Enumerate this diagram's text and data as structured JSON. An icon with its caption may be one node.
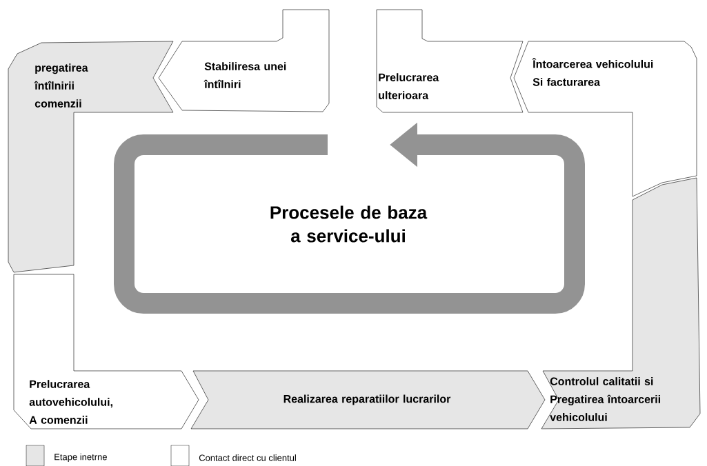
{
  "diagram": {
    "nodes": [
      {
        "text": [
          "pregatirea întîlnirii comenzii"
        ]
      },
      {
        "text": [
          "Stabiliresa unei întîlniri"
        ]
      },
      {
        "text": [
          "Prelucrarea ulterioara"
        ]
      },
      {
        "text": [
          "Întoarcerea vehicolului Si facturarea"
        ]
      },
      {
        "text": [
          "Procesele de baza a service-ului"
        ]
      },
      {
        "text": [
          "Prelucrarea autovehicolului, A comenzii"
        ]
      },
      {
        "text": [
          "Realizarea reparatiilor lucrarilor"
        ]
      },
      {
        "text": [
          "Controlul calitatii si Pregatirea întoarcerii vehicolului"
        ]
      }
    ],
    "legend": [
      {
        "text": "Etape inetrne",
        "color": "#e6e6e6"
      },
      {
        "text": "Contact direct cu clientul"
      }
    ]
  }
}
